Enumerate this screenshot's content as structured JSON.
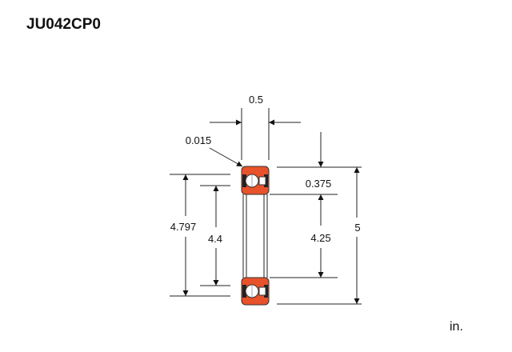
{
  "title": "JU042CP0",
  "unit": "in.",
  "colors": {
    "ring": "#e8522a",
    "line": "#222222"
  },
  "dimensions": {
    "width": "0.5",
    "chamfer": "0.015",
    "section_height": "0.375",
    "inner_clearance": "4.25",
    "outer_diameter": "5",
    "outer_land": "4.797",
    "inner_land": "4.4"
  }
}
